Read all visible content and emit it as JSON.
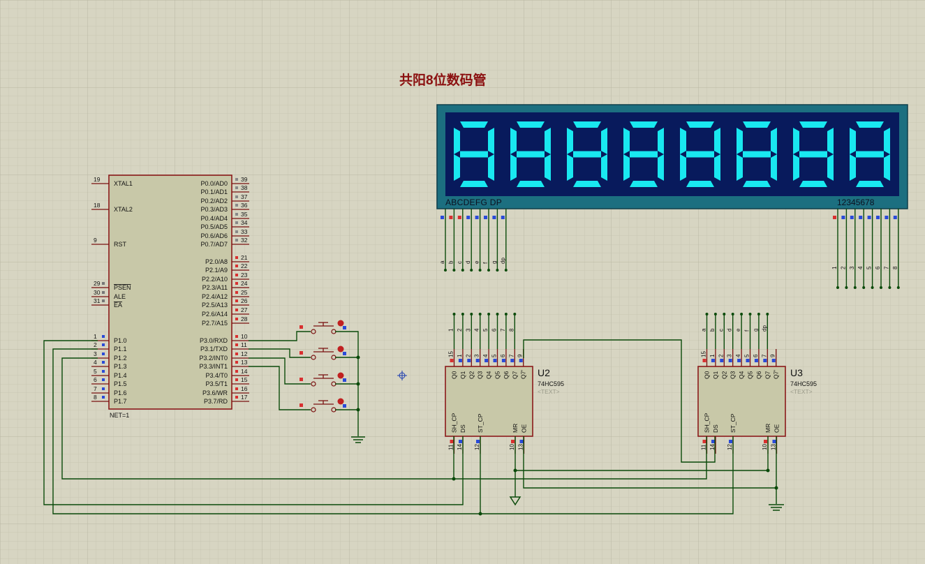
{
  "title": "共阳8位数码管",
  "mcu": {
    "net": "NET=1",
    "left_pins": [
      {
        "num": "19",
        "name": "XTAL1"
      },
      {
        "num": "18",
        "name": "XTAL2"
      },
      {
        "num": "9",
        "name": "RST"
      },
      {
        "num": "29",
        "name": "PSEN"
      },
      {
        "num": "30",
        "name": "ALE"
      },
      {
        "num": "31",
        "name": "EA"
      },
      {
        "num": "1",
        "name": "P1.0"
      },
      {
        "num": "2",
        "name": "P1.1"
      },
      {
        "num": "3",
        "name": "P1.2"
      },
      {
        "num": "4",
        "name": "P1.3"
      },
      {
        "num": "5",
        "name": "P1.4"
      },
      {
        "num": "6",
        "name": "P1.5"
      },
      {
        "num": "7",
        "name": "P1.6"
      },
      {
        "num": "8",
        "name": "P1.7"
      }
    ],
    "right_pins": [
      {
        "num": "39",
        "name": "P0.0/AD0"
      },
      {
        "num": "38",
        "name": "P0.1/AD1"
      },
      {
        "num": "37",
        "name": "P0.2/AD2"
      },
      {
        "num": "36",
        "name": "P0.3/AD3"
      },
      {
        "num": "35",
        "name": "P0.4/AD4"
      },
      {
        "num": "34",
        "name": "P0.5/AD5"
      },
      {
        "num": "33",
        "name": "P0.6/AD6"
      },
      {
        "num": "32",
        "name": "P0.7/AD7"
      },
      {
        "num": "21",
        "name": "P2.0/A8"
      },
      {
        "num": "22",
        "name": "P2.1/A9"
      },
      {
        "num": "23",
        "name": "P2.2/A10"
      },
      {
        "num": "24",
        "name": "P2.3/A11"
      },
      {
        "num": "25",
        "name": "P2.4/A12"
      },
      {
        "num": "26",
        "name": "P2.5/A13"
      },
      {
        "num": "27",
        "name": "P2.6/A14"
      },
      {
        "num": "28",
        "name": "P2.7/A15"
      },
      {
        "num": "10",
        "name": "P3.0/RXD"
      },
      {
        "num": "11",
        "name": "P3.1/TXD"
      },
      {
        "num": "12",
        "name": "P3.2/INT0"
      },
      {
        "num": "13",
        "name": "P3.3/INT1"
      },
      {
        "num": "14",
        "name": "P3.4/T0"
      },
      {
        "num": "15",
        "name": "P3.5/T1"
      },
      {
        "num": "16",
        "name": "P3.6/WR"
      },
      {
        "num": "17",
        "name": "P3.7/RD"
      }
    ]
  },
  "display": {
    "digit_count": 8,
    "left_label": "ABCDEFG  DP",
    "right_label": "12345678",
    "seg_nets": [
      "a",
      "b",
      "c",
      "d",
      "e",
      "f",
      "g",
      "dp"
    ],
    "digit_nets": [
      "1",
      "2",
      "3",
      "4",
      "5",
      "6",
      "7",
      "8"
    ]
  },
  "u2": {
    "ref": "U2",
    "part": "74HC595",
    "text": "<TEXT>",
    "top_nets": [
      "1",
      "2",
      "3",
      "4",
      "5",
      "6",
      "7",
      "8"
    ],
    "top_pin_nums": [
      "15",
      "1",
      "2",
      "3",
      "4",
      "5",
      "6",
      "7",
      "9"
    ],
    "top_pin_names": [
      "Q0",
      "Q1",
      "Q2",
      "Q3",
      "Q4",
      "Q5",
      "Q6",
      "Q7",
      "Q7'"
    ],
    "bottom_pin_names": [
      "SH_CP",
      "DS",
      "ST_CP",
      "MR",
      "OE"
    ],
    "bottom_pin_nums": [
      "11",
      "14",
      "12",
      "10",
      "13"
    ]
  },
  "u3": {
    "ref": "U3",
    "part": "74HC595",
    "text": "<TEXT>",
    "top_nets": [
      "a",
      "b",
      "c",
      "d",
      "e",
      "f",
      "g",
      "dp"
    ],
    "top_pin_nums": [
      "15",
      "1",
      "2",
      "3",
      "4",
      "5",
      "6",
      "7",
      "9"
    ],
    "top_pin_names": [
      "Q0",
      "Q1",
      "Q2",
      "Q3",
      "Q4",
      "Q5",
      "Q6",
      "Q7",
      "Q7'"
    ],
    "bottom_pin_names": [
      "SH_CP",
      "DS",
      "ST_CP",
      "MR",
      "OE"
    ],
    "bottom_pin_nums": [
      "11",
      "14",
      "12",
      "10",
      "13"
    ]
  },
  "colors": {
    "background": "#d7d5c2",
    "component_body": "#c8c8a8",
    "component_outline": "#8b1a1a",
    "wire": "#0a4a0a",
    "display_frame": "#1c6f80",
    "display_face": "#081a5c",
    "segment": "#19e8f0",
    "title": "#8b1010"
  }
}
